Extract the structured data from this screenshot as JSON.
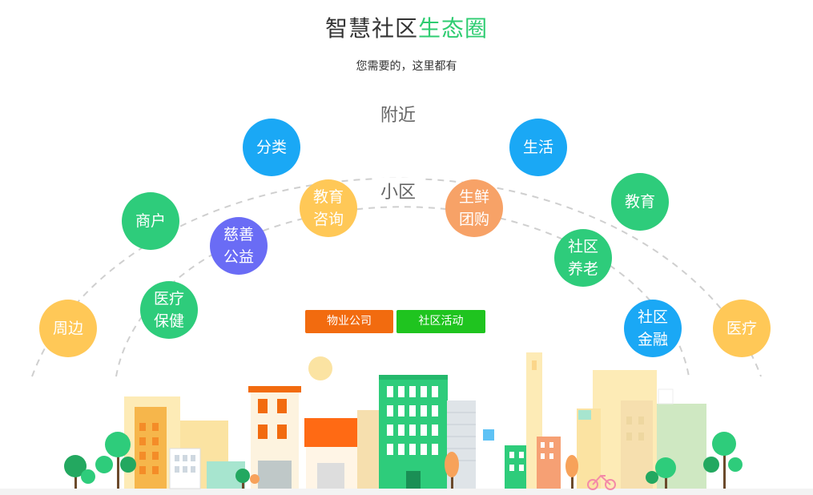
{
  "header": {
    "title_main": "智慧社区",
    "title_accent": "生态圈",
    "subtitle": "您需要的，这里都有"
  },
  "rings": {
    "outer_label": "附近",
    "inner_label": "小区"
  },
  "outer_bubbles": [
    {
      "line1": "周边",
      "line2": "",
      "color": "#ffc857"
    },
    {
      "line1": "商户",
      "line2": "",
      "color": "#2ecc7b"
    },
    {
      "line1": "分类",
      "line2": "",
      "color": "#1aa8f5"
    },
    {
      "line1": "生活",
      "line2": "",
      "color": "#1aa8f5"
    },
    {
      "line1": "教育",
      "line2": "",
      "color": "#2ecc7b"
    },
    {
      "line1": "医疗",
      "line2": "",
      "color": "#ffc857"
    }
  ],
  "inner_bubbles": [
    {
      "line1": "医疗",
      "line2": "保健",
      "color": "#2ecc7b"
    },
    {
      "line1": "慈善",
      "line2": "公益",
      "color": "#6a6cf5"
    },
    {
      "line1": "教育",
      "line2": "咨询",
      "color": "#ffc857"
    },
    {
      "line1": "生鲜",
      "line2": "团购",
      "color": "#f7a267"
    },
    {
      "line1": "社区",
      "line2": "养老",
      "color": "#2ecc7b"
    },
    {
      "line1": "社区",
      "line2": "金融",
      "color": "#1aa8f5"
    }
  ],
  "buttons": {
    "property": "物业公司",
    "activity": "社区活动"
  },
  "colors": {
    "accent_green": "#2ecc71",
    "orange_button": "#f26b0f",
    "green_button": "#1fc41f"
  }
}
